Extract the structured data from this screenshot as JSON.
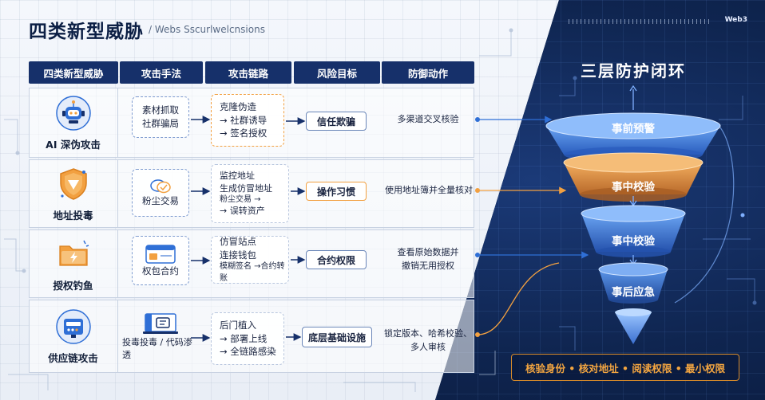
{
  "header": {
    "title": "四类新型威胁",
    "subtitle": "/ Webs Sscurlwelcnsions",
    "brand": "Web3"
  },
  "table": {
    "columns": [
      "四类新型威胁",
      "攻击手法",
      "攻击链路",
      "风险目标",
      "防御动作"
    ],
    "rows": [
      {
        "threat": "AI 深伪攻击",
        "icon": "robot-icon",
        "method": [
          "素材抓取",
          "社群骗局"
        ],
        "chain": [
          "克隆伪造",
          "→ 社群诱导",
          "→ 签名授权"
        ],
        "risk": "信任欺骗",
        "defense": [
          "多渠道交叉核验"
        ]
      },
      {
        "threat": "地址投毒",
        "icon": "shield-warning-icon",
        "method": [
          "粉尘交易"
        ],
        "chain": [
          "监控地址",
          "生成仿冒地址",
          "粉尘交易 →",
          "→ 误转资产"
        ],
        "risk": "操作习惯",
        "defense": [
          "使用地址簿并全量核对"
        ]
      },
      {
        "threat": "授权钓鱼",
        "icon": "folder-lightning-icon",
        "method": [
          "权包合约"
        ],
        "chain": [
          "仿冒站点",
          "连接钱包",
          "模糊签名 →合约转账"
        ],
        "risk": "合约权限",
        "defense": [
          "查看原始数据并",
          "撤销无用授权"
        ]
      },
      {
        "threat": "供应链攻击",
        "icon": "server-icon",
        "method": [
          "投毒投毒 / 代码渗透"
        ],
        "chain": [
          "后门植入",
          "→ 部署上线",
          "→ 全链路感染"
        ],
        "risk": "底层基础设施",
        "defense": [
          "锁定版本、哈希校验、",
          "多人审核"
        ]
      }
    ]
  },
  "closed_loop": {
    "title": "三层防护闭环",
    "stages": [
      "事前预警",
      "事中校验",
      "事中校验",
      "事后应急"
    ],
    "banner": "核验身份 • 核对地址 • 阅读权限 • 最小权限"
  },
  "colors": {
    "navy": "#16306a",
    "orange": "#f2a040",
    "blue_accent": "#2f6fd6",
    "funnel_blue": "#3f79d4",
    "funnel_orange": "#e49a45"
  }
}
